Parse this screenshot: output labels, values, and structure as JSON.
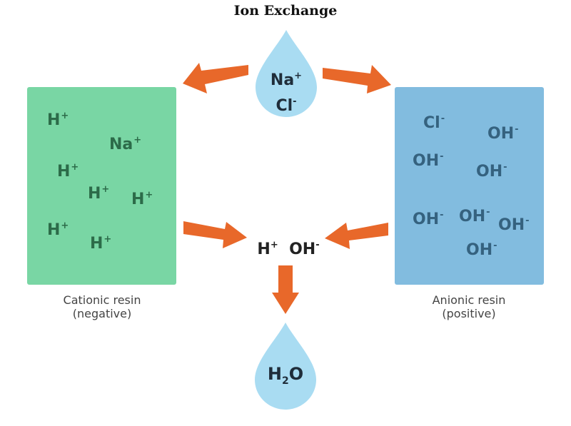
{
  "title": "Ion Exchange",
  "top_drop": {
    "line1": "Na",
    "line1_charge": "+",
    "line2": "Cl",
    "line2_charge": "-"
  },
  "bottom_drop": {
    "base": "H",
    "sub": "2",
    "tail": "O"
  },
  "cation_resin": {
    "color": "#79d6a4",
    "ions": [
      {
        "symbol": "H",
        "charge": "+"
      },
      {
        "symbol": "Na",
        "charge": "+"
      },
      {
        "symbol": "H",
        "charge": "+"
      },
      {
        "symbol": "H",
        "charge": "+"
      },
      {
        "symbol": "H",
        "charge": "+"
      },
      {
        "symbol": "H",
        "charge": "+"
      },
      {
        "symbol": "H",
        "charge": "+"
      }
    ],
    "caption_line1": "Cationic resin",
    "caption_line2": "(negative)"
  },
  "anion_resin": {
    "color": "#82bcdf",
    "ions": [
      {
        "symbol": "Cl",
        "charge": "-"
      },
      {
        "symbol": "OH",
        "charge": "-"
      },
      {
        "symbol": "OH",
        "charge": "-"
      },
      {
        "symbol": "OH",
        "charge": "-"
      },
      {
        "symbol": "OH",
        "charge": "-"
      },
      {
        "symbol": "OH",
        "charge": "-"
      },
      {
        "symbol": "OH",
        "charge": "-"
      },
      {
        "symbol": "OH",
        "charge": "-"
      }
    ],
    "caption_line1": "Anionic resin",
    "caption_line2": "(positive)"
  },
  "center": {
    "ion1": "H",
    "ion1_charge": "+",
    "ion2": "OH",
    "ion2_charge": "-"
  },
  "colors": {
    "arrow": "#e8682a",
    "drop": "#a9dcf2"
  }
}
